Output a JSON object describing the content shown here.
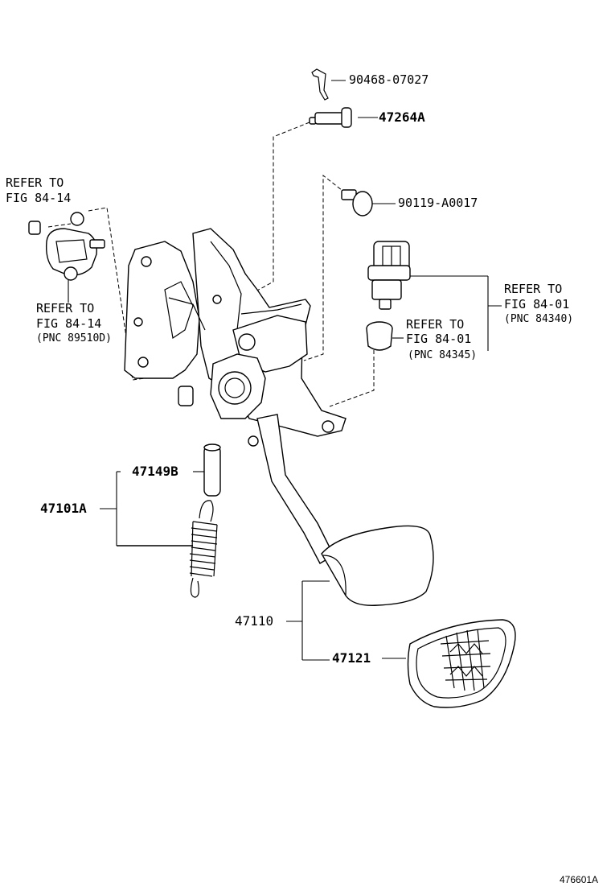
{
  "labels": {
    "p90468": "90468-07027",
    "p47264A": "47264A",
    "p90119": "90119-A0017",
    "p47149B": "47149B",
    "p47101A": "47101A",
    "p47110": "47110",
    "p47121": "47121"
  },
  "refs": {
    "left_top": {
      "line1": "REFER TO",
      "line2": "FIG 84-14"
    },
    "left_mid": {
      "line1": "REFER TO",
      "line2": "FIG 84-14",
      "pnc": "(PNC 89510D)"
    },
    "right_top": {
      "line1": "REFER TO",
      "line2": "FIG 84-01",
      "pnc": "(PNC 84340)"
    },
    "right_mid": {
      "line1": "REFER TO",
      "line2": "FIG 84-01",
      "pnc": "(PNC 84345)"
    }
  },
  "figure_id": "476601A"
}
